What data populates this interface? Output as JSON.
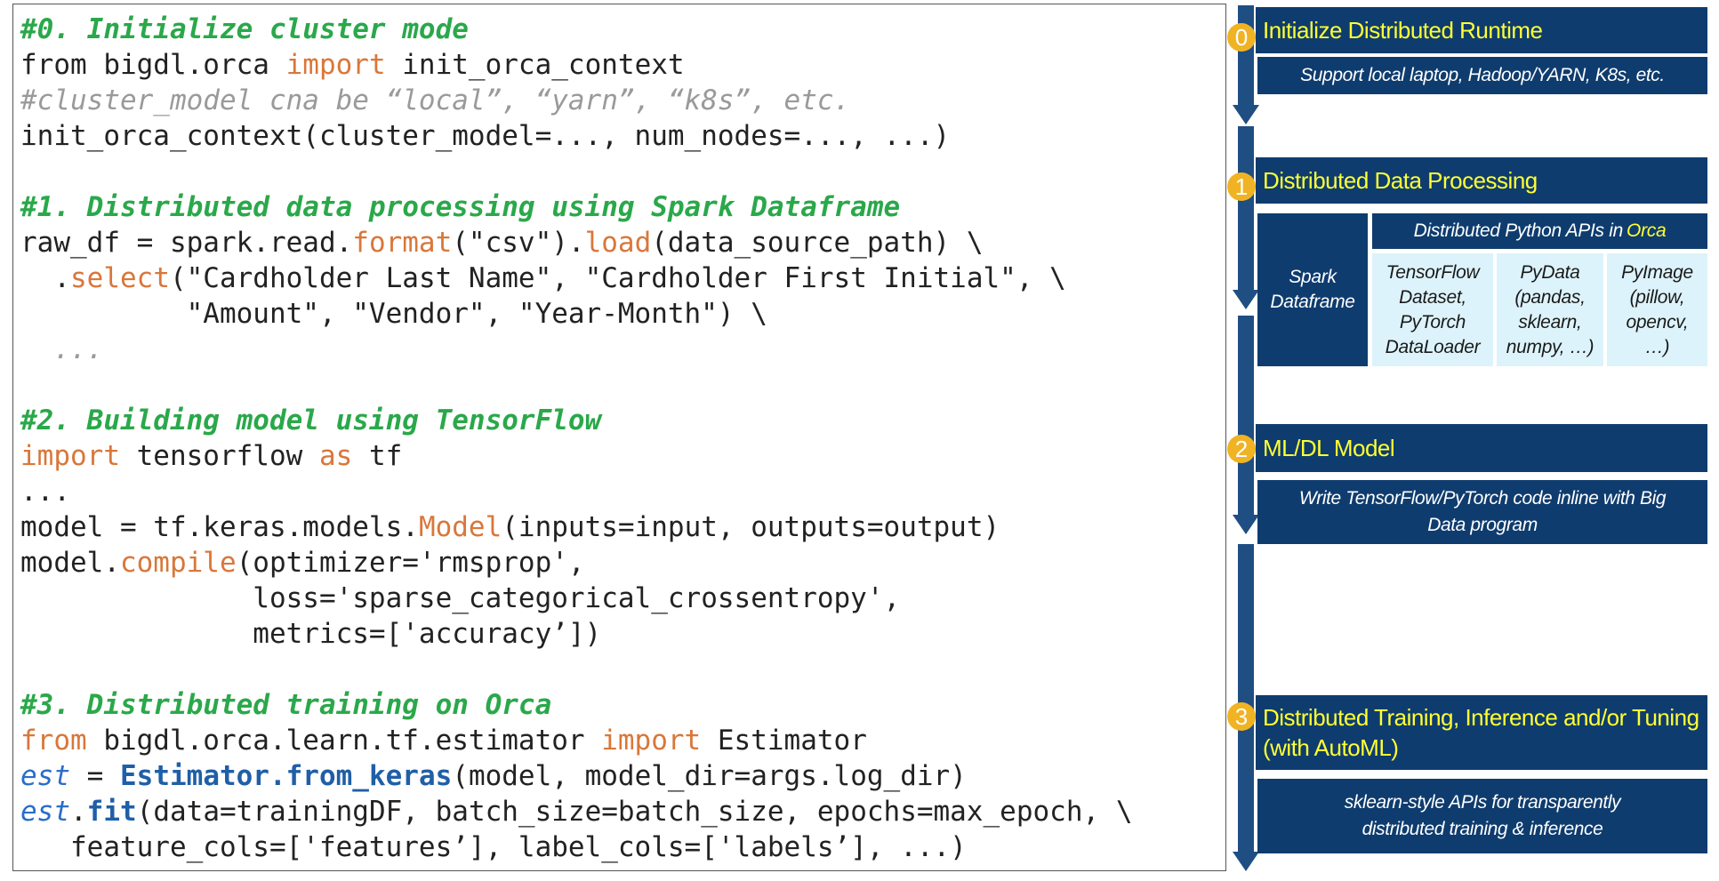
{
  "code": {
    "lines": [
      [
        {
          "t": "#0. Initialize cluster mode",
          "c": "comment-head"
        }
      ],
      [
        {
          "t": "from bigdl.orca ",
          "c": "plain"
        },
        {
          "t": "import",
          "c": "kw"
        },
        {
          "t": " init_orca_context",
          "c": "plain"
        }
      ],
      [
        {
          "t": "#cluster_model cna be “local”, “yarn”, “k8s”, etc.",
          "c": "comment"
        }
      ],
      [
        {
          "t": "init_orca_context(cluster_model=..., num_nodes=..., ...)",
          "c": "plain"
        }
      ],
      [
        {
          "t": "#1. Distributed data processing using Spark Dataframe",
          "c": "comment-head"
        }
      ],
      [
        {
          "t": "raw_df = spark.read.",
          "c": "plain"
        },
        {
          "t": "format",
          "c": "kw"
        },
        {
          "t": "(\"csv\").",
          "c": "plain"
        },
        {
          "t": "load",
          "c": "kw"
        },
        {
          "t": "(data_source_path) \\",
          "c": "plain"
        }
      ],
      [
        {
          "t": "  .",
          "c": "plain"
        },
        {
          "t": "select",
          "c": "kw"
        },
        {
          "t": "(\"Cardholder Last Name\", \"Cardholder First Initial\", \\",
          "c": "plain"
        }
      ],
      [
        {
          "t": "          \"Amount\", \"Vendor\", \"Year-Month\") \\",
          "c": "plain"
        }
      ],
      [
        {
          "t": "  ...",
          "c": "comment"
        }
      ],
      [
        {
          "t": "#2. Building model using TensorFlow",
          "c": "comment-head"
        }
      ],
      [
        {
          "t": "import",
          "c": "kw"
        },
        {
          "t": " tensorflow ",
          "c": "plain"
        },
        {
          "t": "as",
          "c": "kw"
        },
        {
          "t": " tf",
          "c": "plain"
        }
      ],
      [
        {
          "t": "...",
          "c": "plain"
        }
      ],
      [
        {
          "t": "model = tf.keras.models.",
          "c": "plain"
        },
        {
          "t": "Model",
          "c": "kw"
        },
        {
          "t": "(inputs=input, outputs=output)",
          "c": "plain"
        }
      ],
      [
        {
          "t": "model.",
          "c": "plain"
        },
        {
          "t": "compile",
          "c": "kw"
        },
        {
          "t": "(optimizer='rmsprop',",
          "c": "plain"
        }
      ],
      [
        {
          "t": "              loss='sparse_categorical_crossentropy',",
          "c": "plain"
        }
      ],
      [
        {
          "t": "              metrics=['accuracy’])",
          "c": "plain"
        }
      ],
      [
        {
          "t": "#3. Distributed training on Orca",
          "c": "comment-head"
        }
      ],
      [
        {
          "t": "from",
          "c": "kw"
        },
        {
          "t": " bigdl.orca.learn.tf.estimator ",
          "c": "plain"
        },
        {
          "t": "import",
          "c": "kw"
        },
        {
          "t": " Estimator",
          "c": "plain"
        }
      ],
      [
        {
          "t": "est",
          "c": "var"
        },
        {
          "t": " = ",
          "c": "plain"
        },
        {
          "t": "Estimator.from_keras",
          "c": "bold"
        },
        {
          "t": "(model, model_dir=args.log_dir)",
          "c": "plain"
        }
      ],
      [
        {
          "t": "est",
          "c": "var"
        },
        {
          "t": ".",
          "c": "plain"
        },
        {
          "t": "fit",
          "c": "bold"
        },
        {
          "t": "(data=trainingDF, batch_size=batch_size, epochs=max_epoch, \\",
          "c": "plain"
        }
      ],
      [
        {
          "t": "   feature_cols=['features’], label_cols=['labels’], ...)",
          "c": "plain"
        }
      ]
    ]
  },
  "steps": [
    {
      "num": "0",
      "title": "Initialize Distributed Runtime",
      "desc": "Support local laptop, Hadoop/YARN, K8s, etc."
    },
    {
      "num": "1",
      "title": "Distributed Data Processing"
    },
    {
      "num": "2",
      "title": "ML/DL Model",
      "desc": "Write TensorFlow/PyTorch code inline with Big Data program"
    },
    {
      "num": "3",
      "title": "Distributed Training, Inference and/or Tuning (with AutoML)",
      "desc": "sklearn-style APIs for transparently distributed training & inference"
    }
  ],
  "data_processing": {
    "spark": "Spark Dataframe",
    "apis_label_prefix": "Distributed Python APIs in ",
    "apis_label_orca": "Orca",
    "cells": [
      "TensorFlow Dataset, PyTorch DataLoader",
      "PyData (pandas, sklearn, numpy, …)",
      "PyImage (pillow, opencv, …)"
    ]
  },
  "colors": {
    "navy": "#0f3c6e",
    "yellow_text": "#ffff33",
    "circle": "#f0b323",
    "keyword": "#d9773a",
    "comment_head": "#2aa84a",
    "light_cell": "#ddf3fb"
  }
}
